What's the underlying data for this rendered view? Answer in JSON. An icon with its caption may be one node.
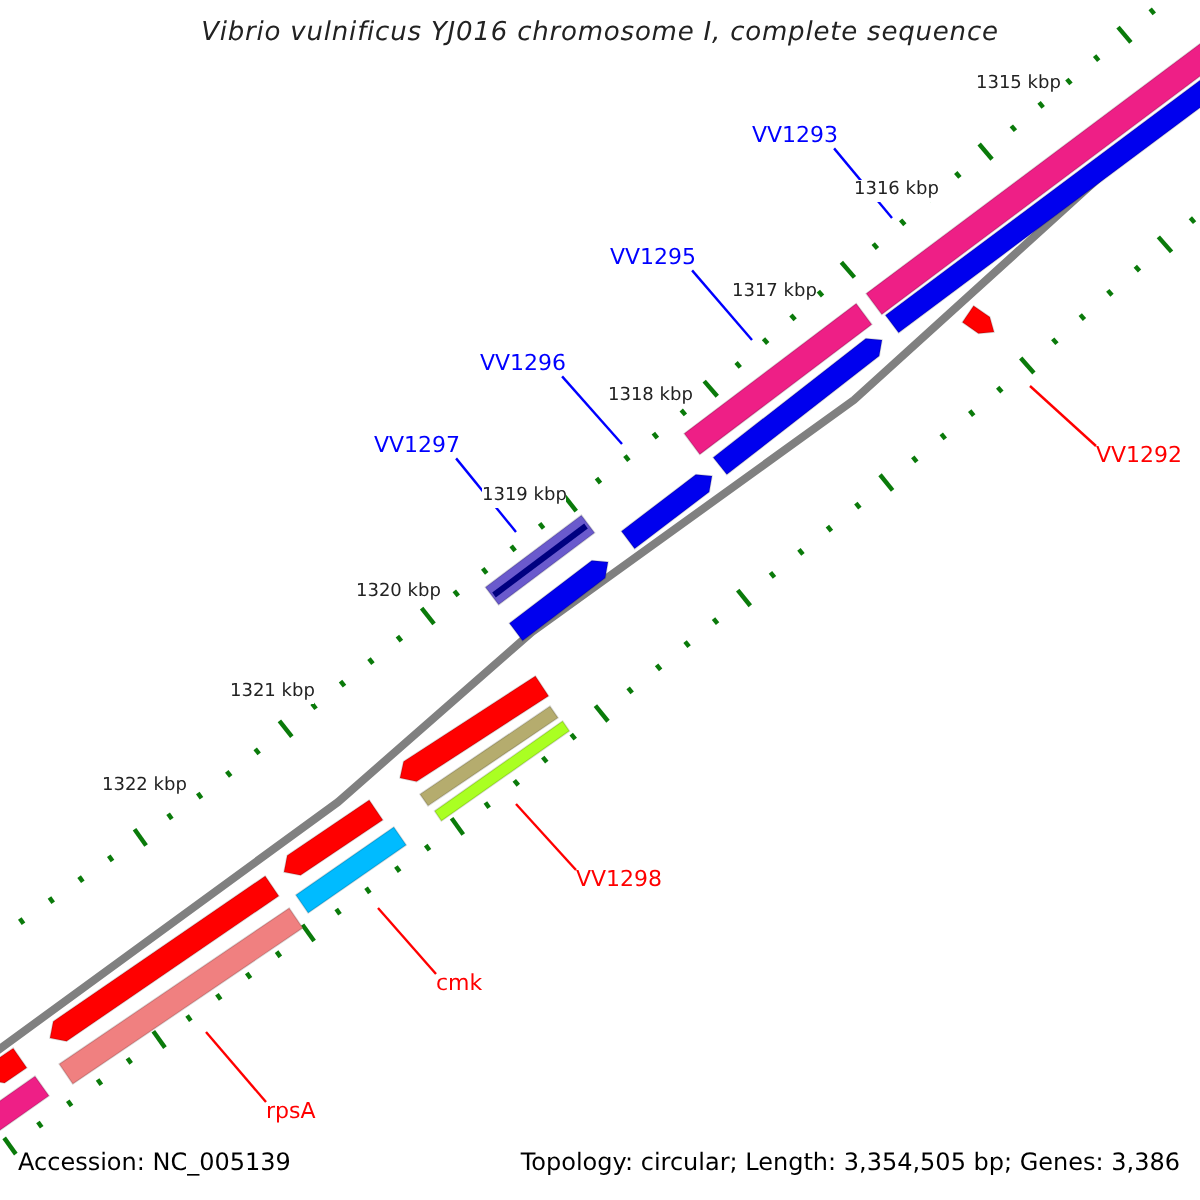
{
  "diagram": {
    "title": "Vibrio vulnificus YJ016 chromosome I, complete sequence",
    "nodes": [
      {
        "text": [
          "VV1293"
        ]
      },
      {
        "text": [
          "VV1295"
        ]
      },
      {
        "text": [
          "VV1296"
        ]
      },
      {
        "text": [
          "VV1297"
        ]
      },
      {
        "text": [
          "VV1292"
        ]
      },
      {
        "text": [
          "VV1298"
        ]
      },
      {
        "text": [
          "cmk"
        ]
      },
      {
        "text": [
          "rpsA"
        ]
      }
    ],
    "edges": [
      {
        "from": 0,
        "to": null,
        "arrow": "none"
      },
      {
        "from": 1,
        "to": null,
        "arrow": "none"
      },
      {
        "from": 2,
        "to": null,
        "arrow": "none"
      },
      {
        "from": 3,
        "to": null,
        "arrow": "none"
      },
      {
        "from": 4,
        "to": null,
        "arrow": "none",
        "color": "#ff0000"
      },
      {
        "from": 5,
        "to": null,
        "arrow": "none",
        "color": "#ff0000"
      },
      {
        "from": 6,
        "to": null,
        "arrow": "none",
        "color": "#ff0000"
      },
      {
        "from": 7,
        "to": null,
        "arrow": "none",
        "color": "#ff0000"
      }
    ],
    "labels": [
      "1315 kbp",
      "1316 kbp",
      "1317 kbp",
      "1318 kbp",
      "1319 kbp",
      "1320 kbp",
      "1321 kbp",
      "1322 kbp",
      "Accession: NC_005139",
      "Topology: circular; Length: 3,354,505 bp; Genes: 3,386"
    ]
  }
}
